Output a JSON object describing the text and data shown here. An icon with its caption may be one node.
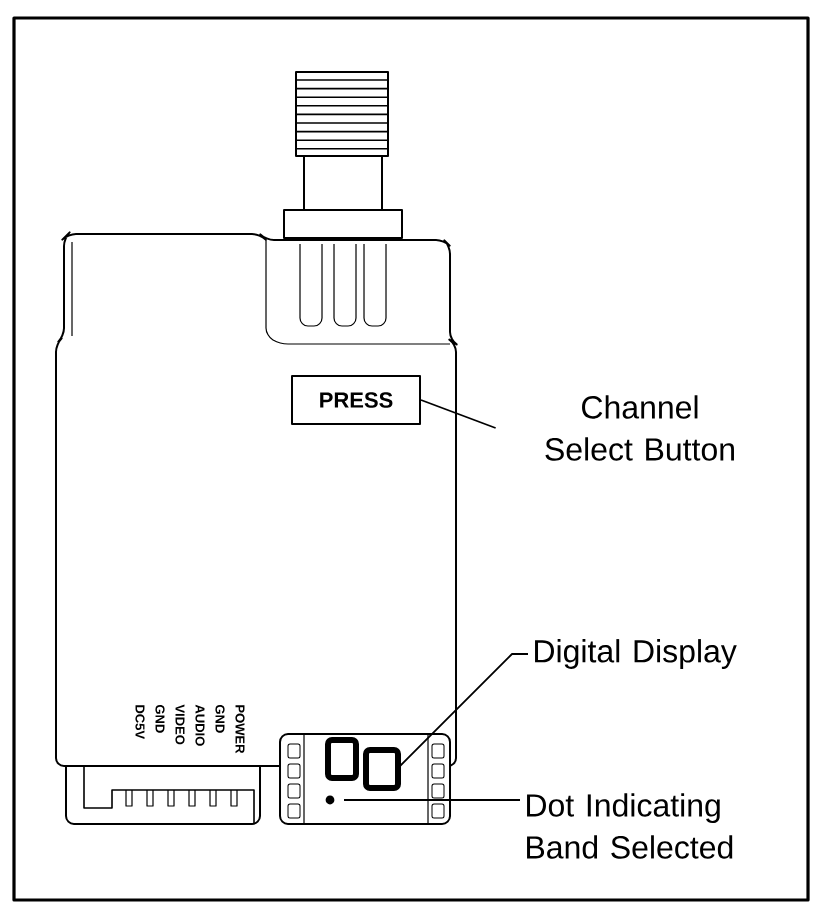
{
  "diagram": {
    "nodes": [
      {
        "text": [
          "PRESS"
        ]
      },
      {
        "text": [
          "Channel Select Button"
        ]
      },
      {
        "text": [
          "Digital Display"
        ]
      },
      {
        "text": [
          "Dot Indicating Band Selected"
        ]
      }
    ],
    "edges": [
      {
        "from": 1,
        "to": 0,
        "arrow": "none"
      },
      {
        "from": 2,
        "to": null,
        "arrow": "none"
      },
      {
        "from": 3,
        "to": null,
        "arrow": "none"
      }
    ],
    "labels": [
      "DC5V",
      "GND",
      "VIDEO",
      "AUDIO",
      "GND",
      "POWER"
    ]
  }
}
